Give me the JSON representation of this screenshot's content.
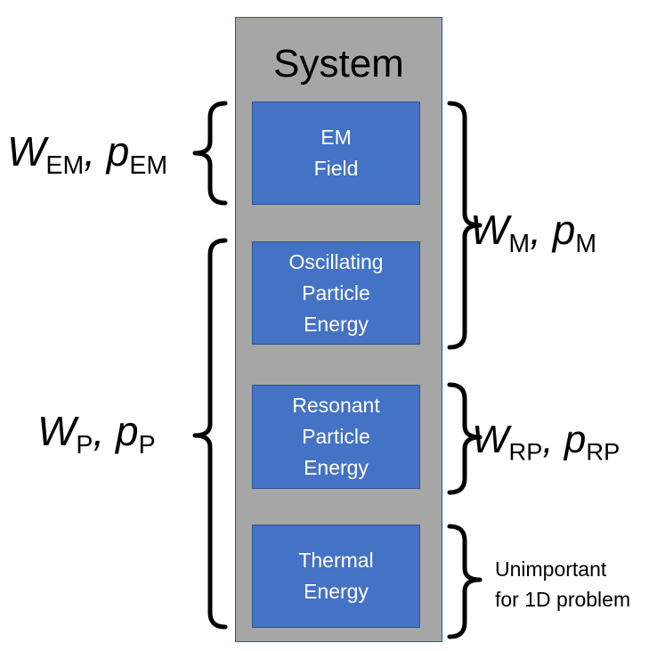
{
  "system": {
    "title": "System"
  },
  "boxes": [
    {
      "lines": [
        "EM",
        "Field"
      ]
    },
    {
      "lines": [
        "Oscillating",
        "Particle",
        "Energy"
      ]
    },
    {
      "lines": [
        "Resonant",
        "Particle",
        "Energy"
      ]
    },
    {
      "lines": [
        "Thermal",
        "Energy"
      ]
    }
  ],
  "labels": {
    "em": {
      "w": "W",
      "w_sub": "EM",
      "sep": ",",
      "p": "p",
      "p_sub": "EM"
    },
    "p": {
      "w": "W",
      "w_sub": "P",
      "sep": ",",
      "p": "p",
      "p_sub": "P"
    },
    "m": {
      "w": "W",
      "w_sub": "M",
      "sep": ",",
      "p": "p",
      "p_sub": "M"
    },
    "rp": {
      "w": "W",
      "w_sub": "RP",
      "sep": ",",
      "p": "p",
      "p_sub": "RP"
    }
  },
  "note": {
    "line1": "Unimportant",
    "line2": "for 1D problem"
  }
}
